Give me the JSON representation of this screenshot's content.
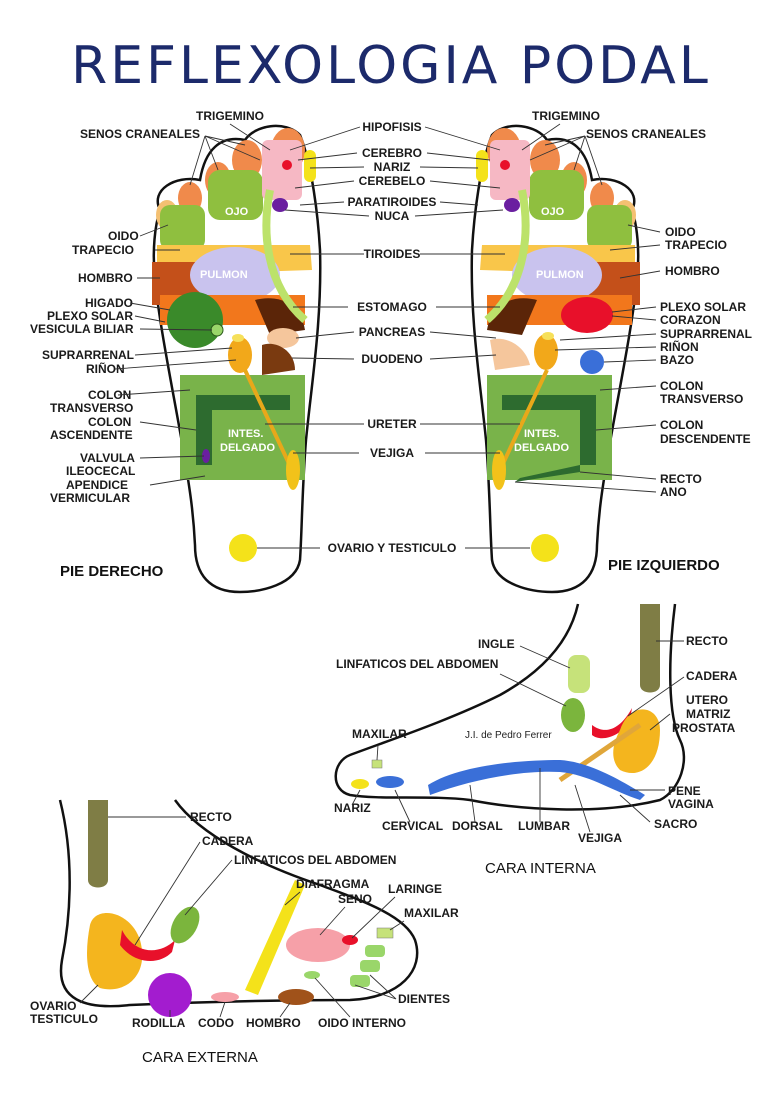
{
  "title": "REFLEXOLOGIA PODAL",
  "feet": {
    "right_caption": "PIE DERECHO",
    "left_caption": "PIE IZQUIERDO",
    "inner": {
      "ojo": "OJO",
      "pulmon": "PULMON",
      "intes_line1": "INTES.",
      "intes_line2": "DELGADO"
    },
    "center_labels": {
      "hipofisis": "HIPOFISIS",
      "cerebro": "CEREBRO",
      "nariz": "NARIZ",
      "cerebelo": "CEREBELO",
      "paratiroides": "PARATIROIDES",
      "nuca": "NUCA",
      "tiroides": "TIROIDES",
      "estomago": "ESTOMAGO",
      "pancreas": "PANCREAS",
      "duodeno": "DUODENO",
      "ureter": "URETER",
      "vejiga": "VEJIGA",
      "ovario": "OVARIO Y TESTICULO"
    },
    "right_labels": {
      "trigemino": "TRIGEMINO",
      "senos": "SENOS CRANEALES",
      "oido": "OIDO",
      "trapecio": "TRAPECIO",
      "hombro": "HOMBRO",
      "higado": "HIGADO",
      "plexo": "PLEXO SOLAR",
      "vesicula": "VESICULA BILIAR",
      "suprarrenal": "SUPRARRENAL",
      "rinon": "RIÑON",
      "colon_t1": "COLON",
      "colon_t2": "TRANSVERSO",
      "colon_a1": "COLON",
      "colon_a2": "ASCENDENTE",
      "valvula1": "VALVULA",
      "valvula2": "ILEOCECAL",
      "apendice1": "APENDICE",
      "apendice2": "VERMICULAR"
    },
    "left_labels": {
      "trigemino": "TRIGEMINO",
      "senos": "SENOS CRANEALES",
      "oido": "OIDO",
      "trapecio": "TRAPECIO",
      "hombro": "HOMBRO",
      "plexo": "PLEXO SOLAR",
      "corazon": "CORAZON",
      "suprarrenal": "SUPRARRENAL",
      "rinon": "RIÑON",
      "bazo": "BAZO",
      "colon_t1": "COLON",
      "colon_t2": "TRANSVERSO",
      "colon_d1": "COLON",
      "colon_d2": "DESCENDENTE",
      "recto": "RECTO",
      "ano": "ANO"
    }
  },
  "internal": {
    "caption": "CARA INTERNA",
    "author": "J.I. de Pedro Ferrer",
    "labels": {
      "ingle": "INGLE",
      "recto": "RECTO",
      "linfaticos": "LINFATICOS DEL ABDOMEN",
      "cadera": "CADERA",
      "utero1": "UTERO",
      "utero2": "MATRIZ",
      "utero3": "PROSTATA",
      "maxilar": "MAXILAR",
      "nariz": "NARIZ",
      "cervical": "CERVICAL",
      "dorsal": "DORSAL",
      "lumbar": "LUMBAR",
      "vejiga": "VEJIGA",
      "sacro": "SACRO",
      "pene1": "PENE",
      "pene2": "VAGINA"
    }
  },
  "external": {
    "caption": "CARA EXTERNA",
    "labels": {
      "recto": "RECTO",
      "cadera": "CADERA",
      "linfaticos": "LINFATICOS DEL ABDOMEN",
      "diafragma": "DIAFRAGMA",
      "seno": "SENO",
      "laringe": "LARINGE",
      "maxilar": "MAXILAR",
      "dientes": "DIENTES",
      "ovario1": "OVARIO",
      "ovario2": "TESTICULO",
      "rodilla": "RODILLA",
      "codo": "CODO",
      "hombro": "HOMBRO",
      "oido": "OIDO INTERNO"
    }
  },
  "colors": {
    "title": "#1c2a6b",
    "toe_orange": "#f08a4b",
    "sinus_green": "#8fbf3f",
    "lung": "#c9c3ee",
    "liver": "#3a8a2a",
    "intestine": "#79b34a",
    "colon": "#2d6b2f",
    "brown": "#7a3a10",
    "yellow": "#f4e21a",
    "red": "#e8102a"
  }
}
